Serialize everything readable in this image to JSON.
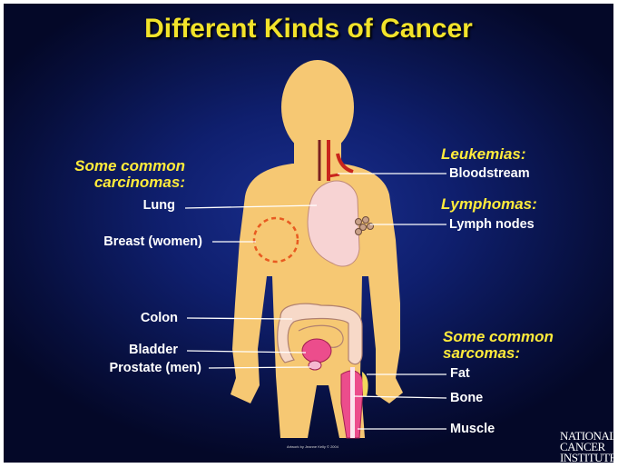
{
  "title": "Different Kinds of Cancer",
  "carcinomas": {
    "heading_line1": "Some common",
    "heading_line2": "carcinomas:",
    "items": [
      "Lung",
      "Breast (women)",
      "Colon",
      "Bladder",
      "Prostate (men)"
    ]
  },
  "leukemias": {
    "heading": "Leukemias:",
    "item": "Bloodstream"
  },
  "lymphomas": {
    "heading": "Lymphomas:",
    "item": "Lymph nodes"
  },
  "sarcomas": {
    "heading_line1": "Some common",
    "heading_line2": "sarcomas:",
    "items": [
      "Fat",
      "Bone",
      "Muscle"
    ]
  },
  "credit": "Artwork by Jeanne Kelly © 2004",
  "logo": {
    "line1": "NATIONAL",
    "line2": "CANCER",
    "line3": "INSTITUTE"
  },
  "colors": {
    "background": "#0f1f6e",
    "title": "#f2e32a",
    "body": "#f6c873",
    "lung": "#f7d3d3",
    "organ": "#ec4d8c",
    "vessel": "#c8241c"
  }
}
